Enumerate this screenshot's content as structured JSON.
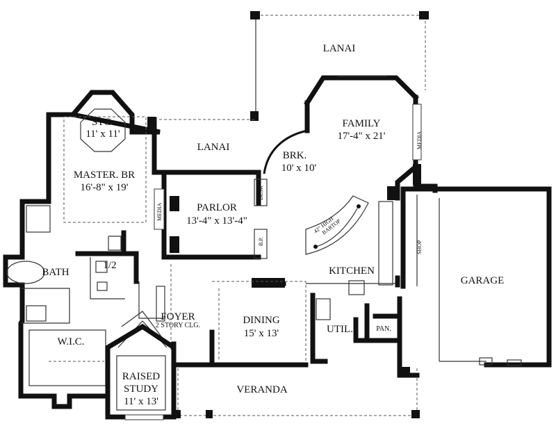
{
  "rooms": {
    "lanai_top": {
      "name": "LANAI"
    },
    "lanai_mid": {
      "name": "LANAI"
    },
    "family": {
      "name": "FAMILY",
      "dim": "17'-4\" x 21'"
    },
    "brk": {
      "name": "BRK.",
      "dim": "10' x 10'"
    },
    "stg": {
      "name": "STG.",
      "dim": "11' x 11'"
    },
    "master": {
      "name": "MASTER. BR",
      "dim": "16'-8\" x 19'"
    },
    "parlor": {
      "name": "PARLOR",
      "dim": "13'-4\" x 13'-4\""
    },
    "bath": {
      "name": "BATH"
    },
    "half_bath": {
      "name": "1/2"
    },
    "foyer": {
      "name": "FOYER",
      "note": "2 STORY CLG."
    },
    "dining": {
      "name": "DINING",
      "dim": "15' x 13'"
    },
    "kitchen": {
      "name": "KITCHEN"
    },
    "garage": {
      "name": "GARAGE"
    },
    "util": {
      "name": "UTIL."
    },
    "pan": {
      "name": "PAN."
    },
    "wic": {
      "name": "W.I.C."
    },
    "study": {
      "name": "RAISED",
      "name2": "STUDY",
      "dim": "11' x 13'"
    },
    "veranda": {
      "name": "VERANDA"
    }
  },
  "small_labels": {
    "media_left": "MEDIA",
    "media_right": "MEDIA",
    "desk": "DESK",
    "bp": "B.P.",
    "shop": "SHOP",
    "bartop_1": "42\" HIGH",
    "bartop_2": "BARTOP"
  }
}
